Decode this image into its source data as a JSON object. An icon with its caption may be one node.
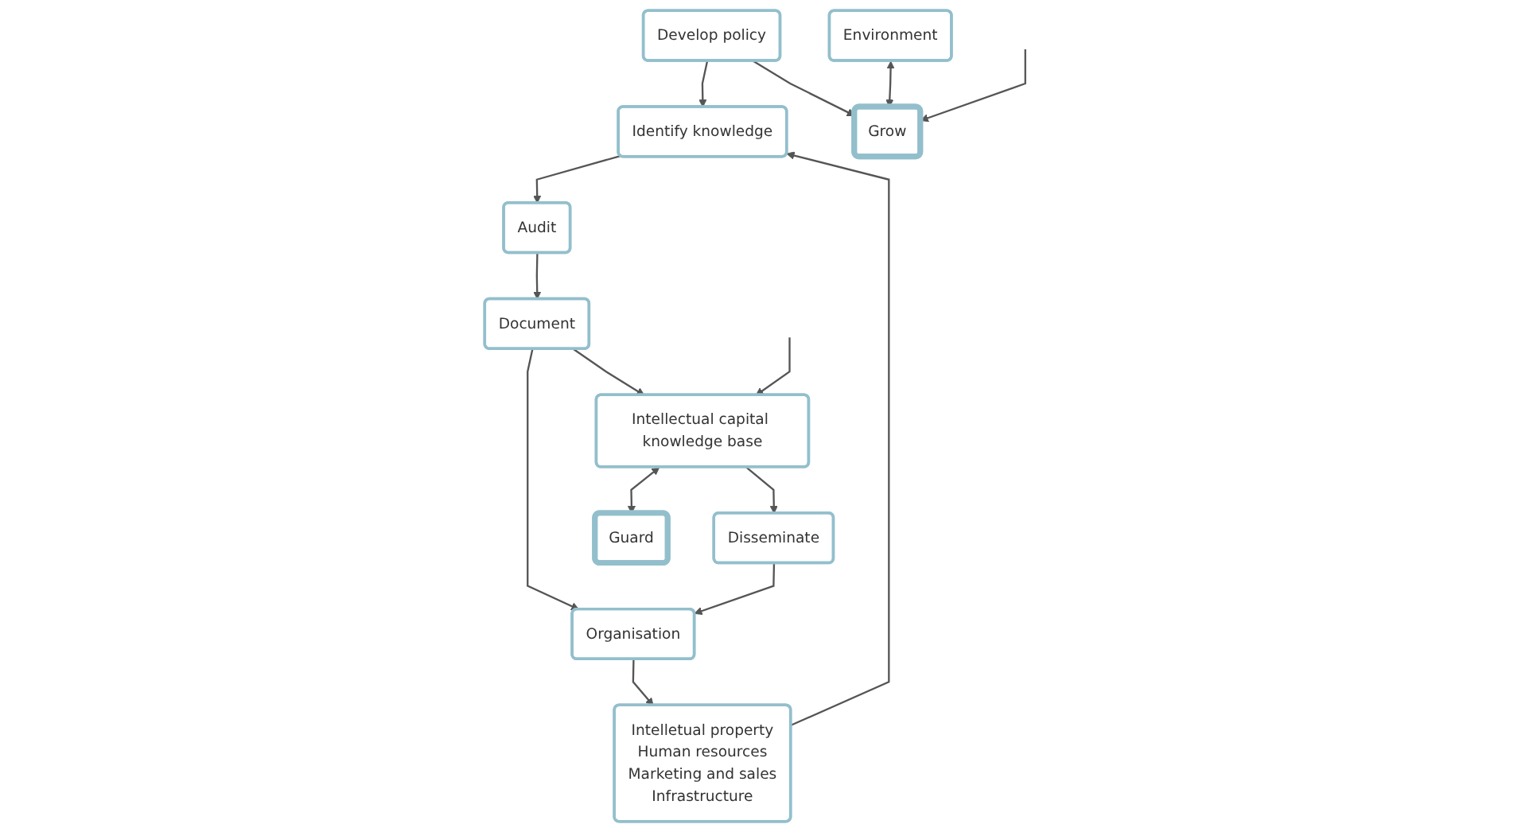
{
  "diagram": {
    "nodes": [
      {
        "text": [
          "Develop policy"
        ]
      },
      {
        "text": [
          "Organisation"
        ]
      },
      {
        "text": [
          "Identify knowledge"
        ]
      },
      {
        "text": [
          "Environment"
        ]
      },
      {
        "text": [
          "Intelletual property",
          "Human resources",
          "Marketing and sales",
          "Infrastructure"
        ]
      },
      {
        "text": [
          "Audit"
        ]
      },
      {
        "text": [
          "Grow"
        ]
      },
      {
        "text": [
          "Document"
        ]
      },
      {
        "text": [
          "Disseminate"
        ]
      },
      {
        "text": [
          "Intellectual capital knowledge base"
        ]
      },
      {
        "text": [
          "Guard"
        ]
      }
    ],
    "edges": [
      {
        "from": 0,
        "to": 2,
        "arrow": "to"
      },
      {
        "from": 0,
        "to": 6,
        "arrow": "to"
      },
      {
        "from": 1,
        "to": 4,
        "arrow": "to"
      },
      {
        "from": 4,
        "to": 2,
        "arrow": "to"
      },
      {
        "from": 3,
        "to": 6,
        "arrow": "both"
      },
      {
        "from": 2,
        "to": 5,
        "arrow": "to"
      },
      {
        "from": null,
        "to": 6,
        "arrow": "to"
      },
      {
        "from": 5,
        "to": 7,
        "arrow": "to"
      },
      {
        "from": 7,
        "to": 1,
        "arrow": "to"
      },
      {
        "from": 7,
        "to": 9,
        "arrow": "to"
      },
      {
        "from": 9,
        "to": 8,
        "arrow": "to"
      },
      {
        "from": 8,
        "to": 1,
        "arrow": "to"
      },
      {
        "from": null,
        "to": 9,
        "arrow": "to"
      },
      {
        "from": 9,
        "to": 10,
        "arrow": "both"
      }
    ]
  }
}
